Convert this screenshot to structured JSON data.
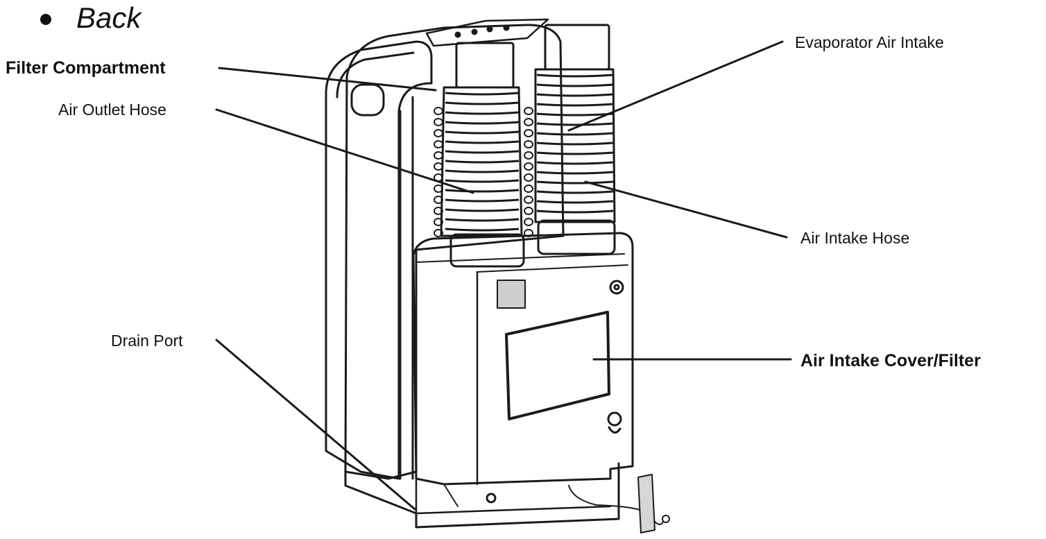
{
  "heading": "Back",
  "labels": {
    "filter_compartment": "Filter Compartment",
    "air_outlet_hose": "Air Outlet Hose",
    "drain_port": "Drain Port",
    "evaporator_air_intake": "Evaporator Air Intake",
    "air_intake_hose": "Air Intake Hose",
    "air_intake_cover_filter": "Air Intake Cover/Filter"
  }
}
